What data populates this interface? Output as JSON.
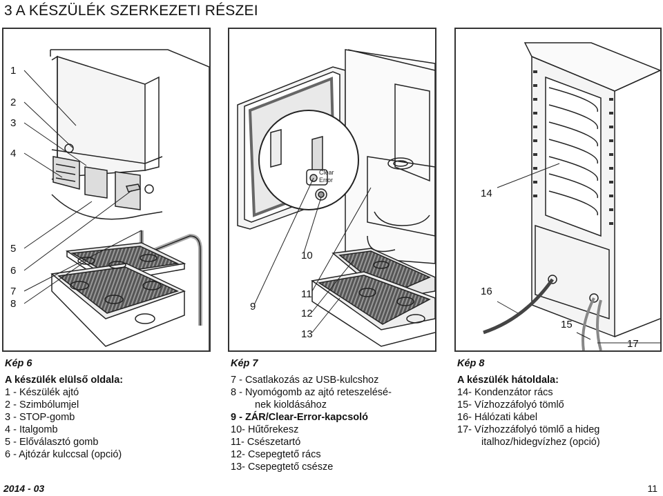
{
  "title": "3 A KÉSZÜLÉK SZERKEZETI RÉSZEI",
  "fig1": {
    "labels": [
      "1",
      "2",
      "3",
      "4",
      "5",
      "6",
      "7",
      "8"
    ],
    "kep": "Kép 6",
    "header": "A készülék elülső oldala:",
    "items": [
      "1 - Készülék ajtó",
      "2 - Szimbólumjel",
      "3 - STOP-gomb",
      "4 - Italgomb",
      "5 - Előválasztó gomb",
      "6 - Ajtózár kulccsal (opció)"
    ]
  },
  "fig2": {
    "labels": {
      "l9": "9",
      "l10": "10",
      "l11": "11",
      "l12": "12",
      "l13": "13"
    },
    "button_text": [
      "Clear",
      "Error"
    ],
    "kep": "Kép 7",
    "items": {
      "i7": "7 - Csatlakozás az USB-kulcshoz",
      "i8a": "8 - Nyomógomb az ajtó reteszelésé-",
      "i8b": "nek kioldásához",
      "i9": "9 - ZÁR/Clear-Error-kapcsoló",
      "i10": "10- Hűtőrekesz",
      "i11": "11- Csészetartó",
      "i12": "12- Csepegtető rács",
      "i13": "13- Csepegtető csésze"
    }
  },
  "fig3": {
    "labels": {
      "l14": "14",
      "l15": "15",
      "l16": "16",
      "l17": "17"
    },
    "kep": "Kép 8",
    "header": "A készülék hátoldala:",
    "items": {
      "i14": "14- Kondenzátor rács",
      "i15": "15- Vízhozzáfolyó tömlő",
      "i16": "16- Hálózati kábel",
      "i17a": "17- Vízhozzáfolyó tömlő a hideg",
      "i17b": "italhoz/hidegvízhez (opció)"
    }
  },
  "footer": {
    "date": "2014 - 03",
    "page": "11"
  }
}
